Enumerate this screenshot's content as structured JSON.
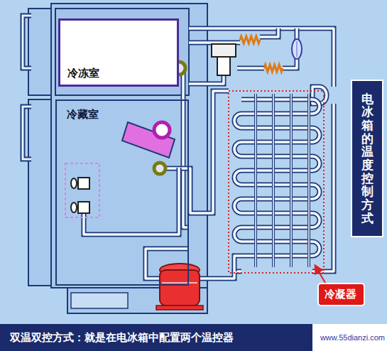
{
  "diagram": {
    "title": "电冰箱的温度控制方式",
    "caption": "双温双控方式：就是在电冰箱中配置两个温控器",
    "nodes": [
      {
        "text": [
          "冷冻室"
        ]
      },
      {
        "text": [
          "冷藏室"
        ]
      },
      {
        "text": [
          "冷凝器"
        ]
      }
    ],
    "labels": [
      "www.55dianzi.com"
    ]
  }
}
